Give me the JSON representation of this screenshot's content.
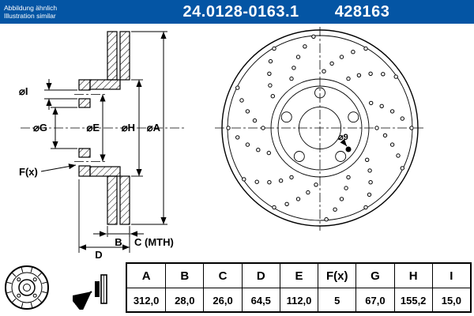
{
  "colors": {
    "header_bg": "#0455a4",
    "header_text": "#ffffff",
    "line": "#000000"
  },
  "header": {
    "note_line1": "Abbildung ähnlich",
    "note_line2": "Illustration similar",
    "part_number": "24.0128-0163.1",
    "reference_number": "428163"
  },
  "drawing": {
    "labels": {
      "dia_i": "⌀I",
      "dia_g": "⌀G",
      "dia_e": "⌀E",
      "dia_h": "⌀H",
      "dia_a": "⌀A",
      "f_x": "F(x)",
      "b": "B",
      "c_mth": "C (MTH)",
      "d": "D",
      "dia_9": "⌀9"
    }
  },
  "table": {
    "headers": [
      "A",
      "B",
      "C",
      "D",
      "E",
      "F(x)",
      "G",
      "H",
      "I"
    ],
    "values": [
      "312,0",
      "28,0",
      "26,0",
      "64,5",
      "112,0",
      "5",
      "67,0",
      "155,2",
      "15,0"
    ]
  },
  "icons": {
    "disc": "brake-disc-icon",
    "pad": "brake-pad-icon"
  }
}
